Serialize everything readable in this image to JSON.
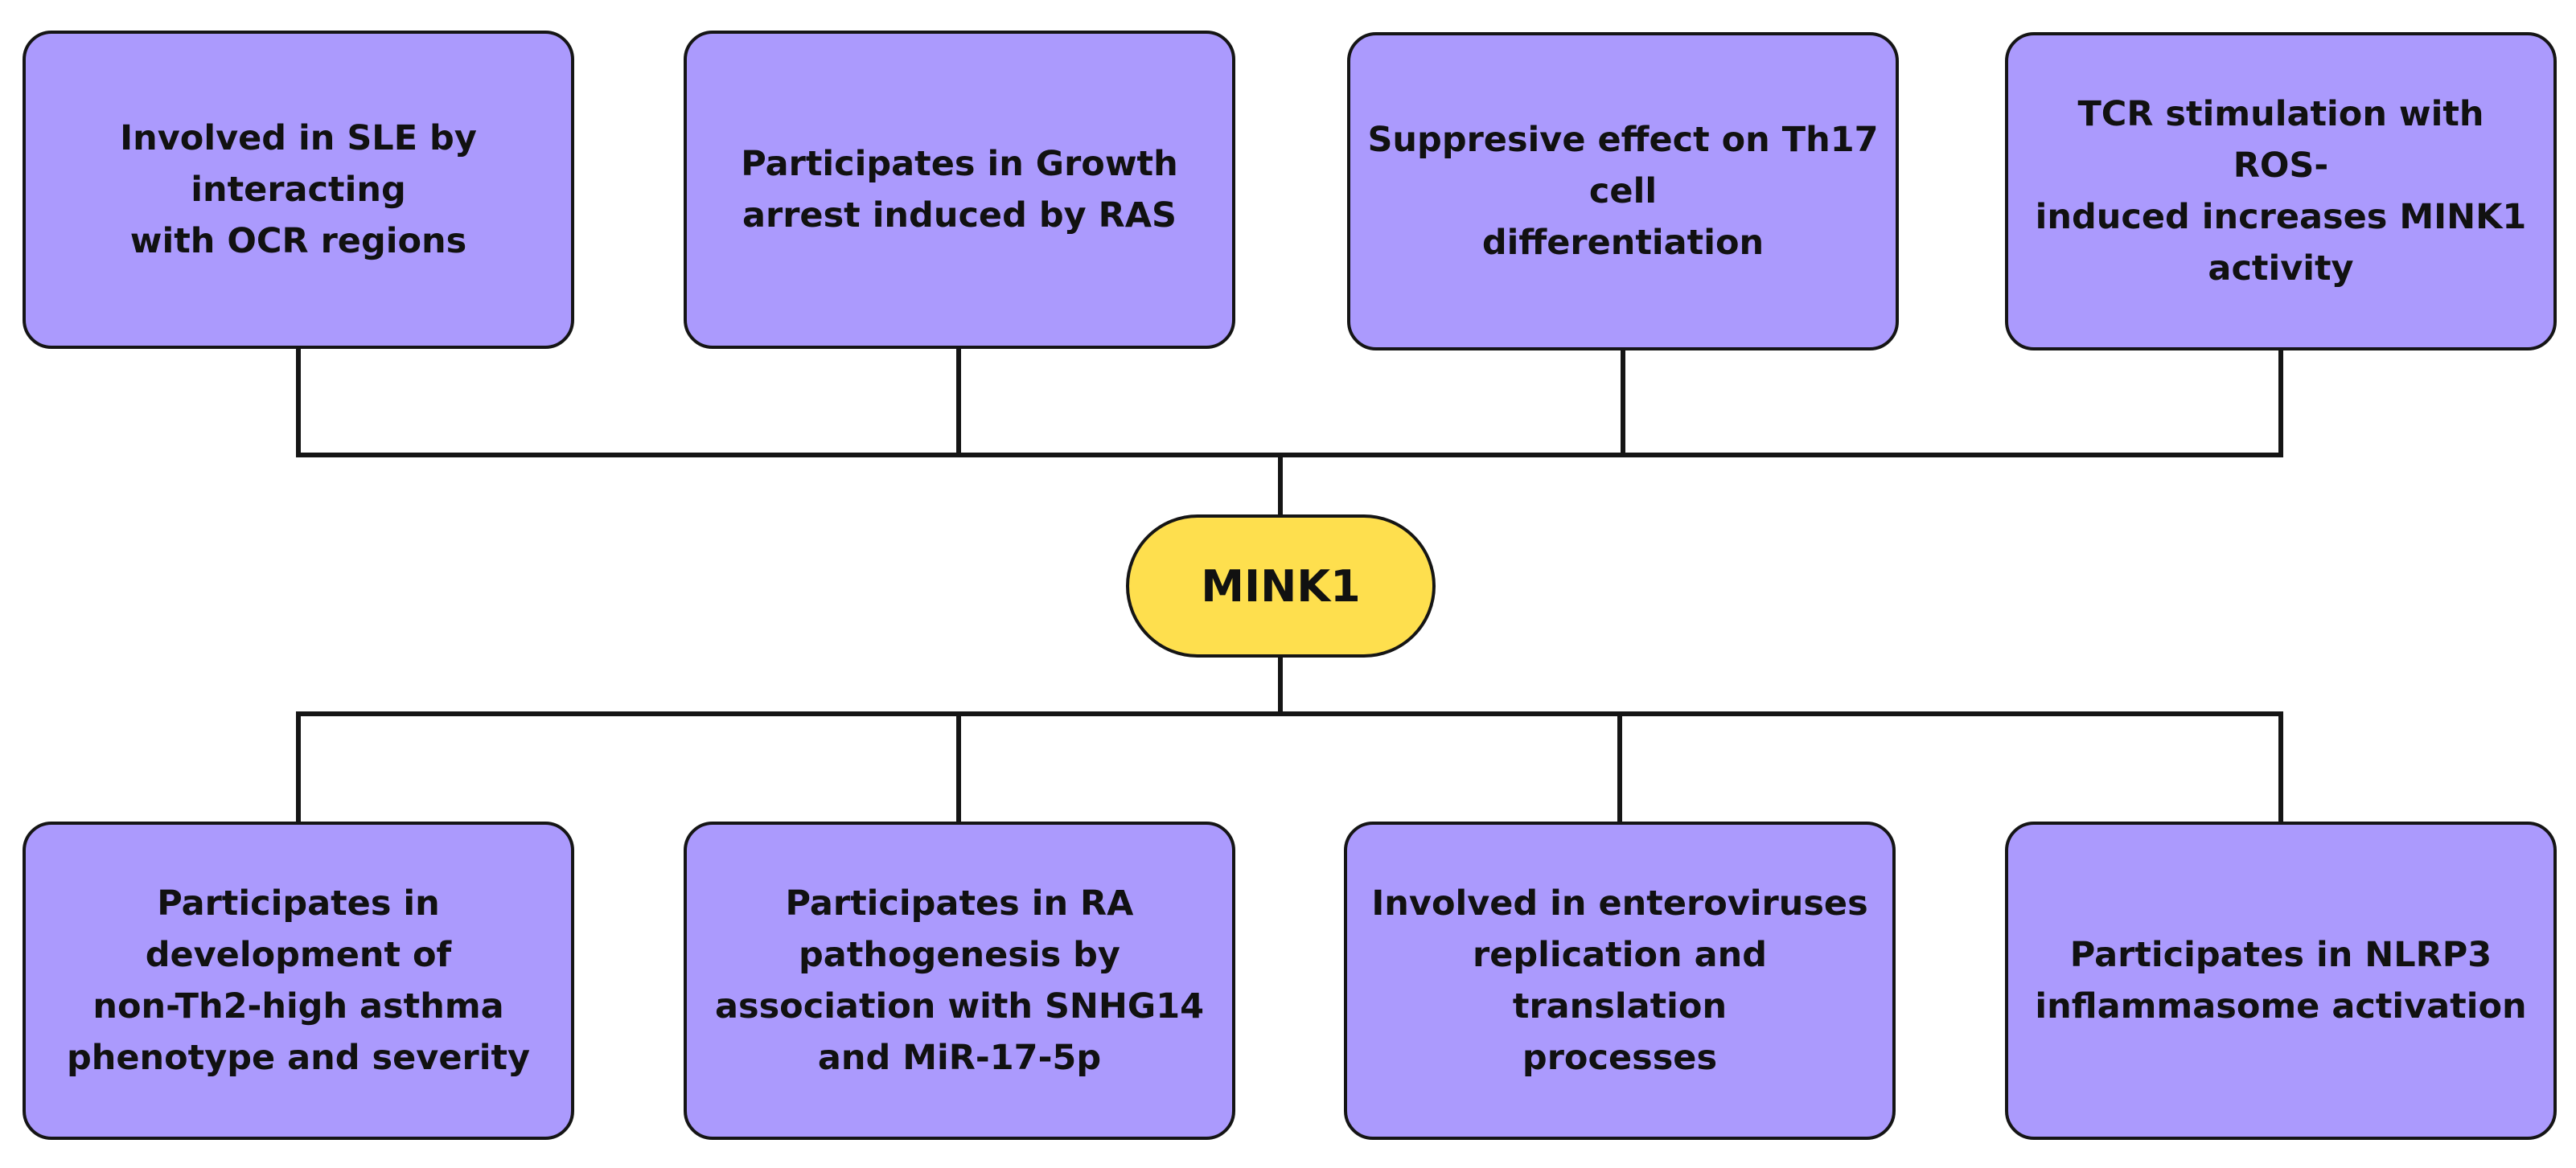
{
  "colors": {
    "box_fill": "#ab9afd",
    "center_fill": "#fedf4e",
    "line": "#151515"
  },
  "center": {
    "label": "MINK1"
  },
  "top_boxes": [
    {
      "text": "Involved in SLE by interacting\nwith OCR regions"
    },
    {
      "text": "Participates in Growth\narrest induced by RAS"
    },
    {
      "text": "Suppresive effect on Th17 cell\ndifferentiation"
    },
    {
      "text": "TCR stimulation with ROS-\ninduced increases MINK1\nactivity"
    }
  ],
  "bottom_boxes": [
    {
      "text": "Participates in\ndevelopment of\nnon-Th2-high asthma\nphenotype and severity"
    },
    {
      "text": "Participates in RA\npathogenesis by\nassociation with SNHG14\nand MiR-17-5p"
    },
    {
      "text": "Involved in enteroviruses\nreplication and translation\nprocesses"
    },
    {
      "text": "Participates in NLRP3\ninflammasome activation"
    }
  ]
}
